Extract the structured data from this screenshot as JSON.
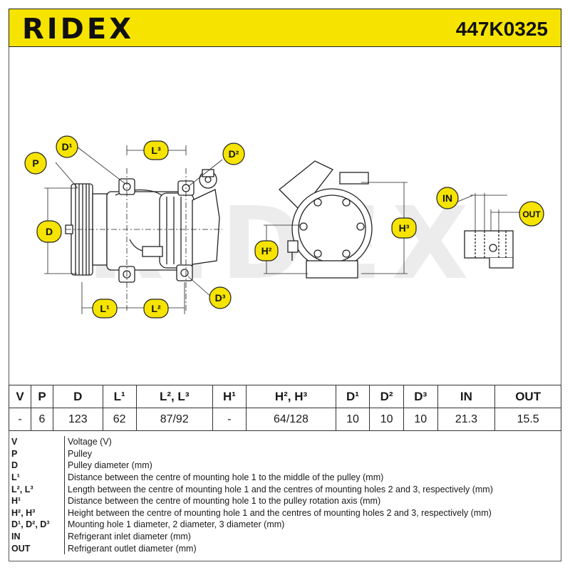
{
  "header": {
    "brand": "RIDEX",
    "part_number": "447K0325"
  },
  "drawing": {
    "watermark": "RIDEX",
    "labels": {
      "P": "P",
      "D": "D",
      "D1": "D¹",
      "L3": "L³",
      "D2": "D²",
      "L1": "L¹",
      "L2": "L²",
      "D3": "D³",
      "H2": "H²",
      "H3": "H³",
      "IN": "IN",
      "OUT": "OUT"
    }
  },
  "spec_table": {
    "headers": [
      "V",
      "P",
      "D",
      "L¹",
      "L², L³",
      "H¹",
      "H², H³",
      "D¹",
      "D²",
      "D³",
      "IN",
      "OUT"
    ],
    "values": [
      "-",
      "6",
      "123",
      "62",
      "87/92",
      "-",
      "64/128",
      "10",
      "10",
      "10",
      "21.3",
      "15.5"
    ]
  },
  "legend": [
    {
      "key": "V",
      "desc": "Voltage (V)"
    },
    {
      "key": "P",
      "desc": "Pulley"
    },
    {
      "key": "D",
      "desc": "Pulley diameter (mm)"
    },
    {
      "key": "L¹",
      "desc": "Distance between the centre of mounting hole 1 to the middle of the pulley (mm)"
    },
    {
      "key": "L², L³",
      "desc": "Length between the centre of mounting hole 1 and the centres of mounting holes 2 and 3, respectively (mm)"
    },
    {
      "key": "H¹",
      "desc": "Distance between the centre of mounting hole 1 to the pulley rotation axis (mm)"
    },
    {
      "key": "H², H³",
      "desc": "Height between the centre of mounting hole 1 and the centres of mounting holes 2 and 3, respectively (mm)"
    },
    {
      "key": "D¹, D², D³",
      "desc": "Mounting hole 1 diameter, 2 diameter, 3 diameter (mm)"
    },
    {
      "key": "IN",
      "desc": "Refrigerant inlet diameter (mm)"
    },
    {
      "key": "OUT",
      "desc": "Refrigerant outlet diameter (mm)"
    }
  ],
  "colors": {
    "header_bg": "#f6e400",
    "label_bubble": "#f6e400"
  }
}
